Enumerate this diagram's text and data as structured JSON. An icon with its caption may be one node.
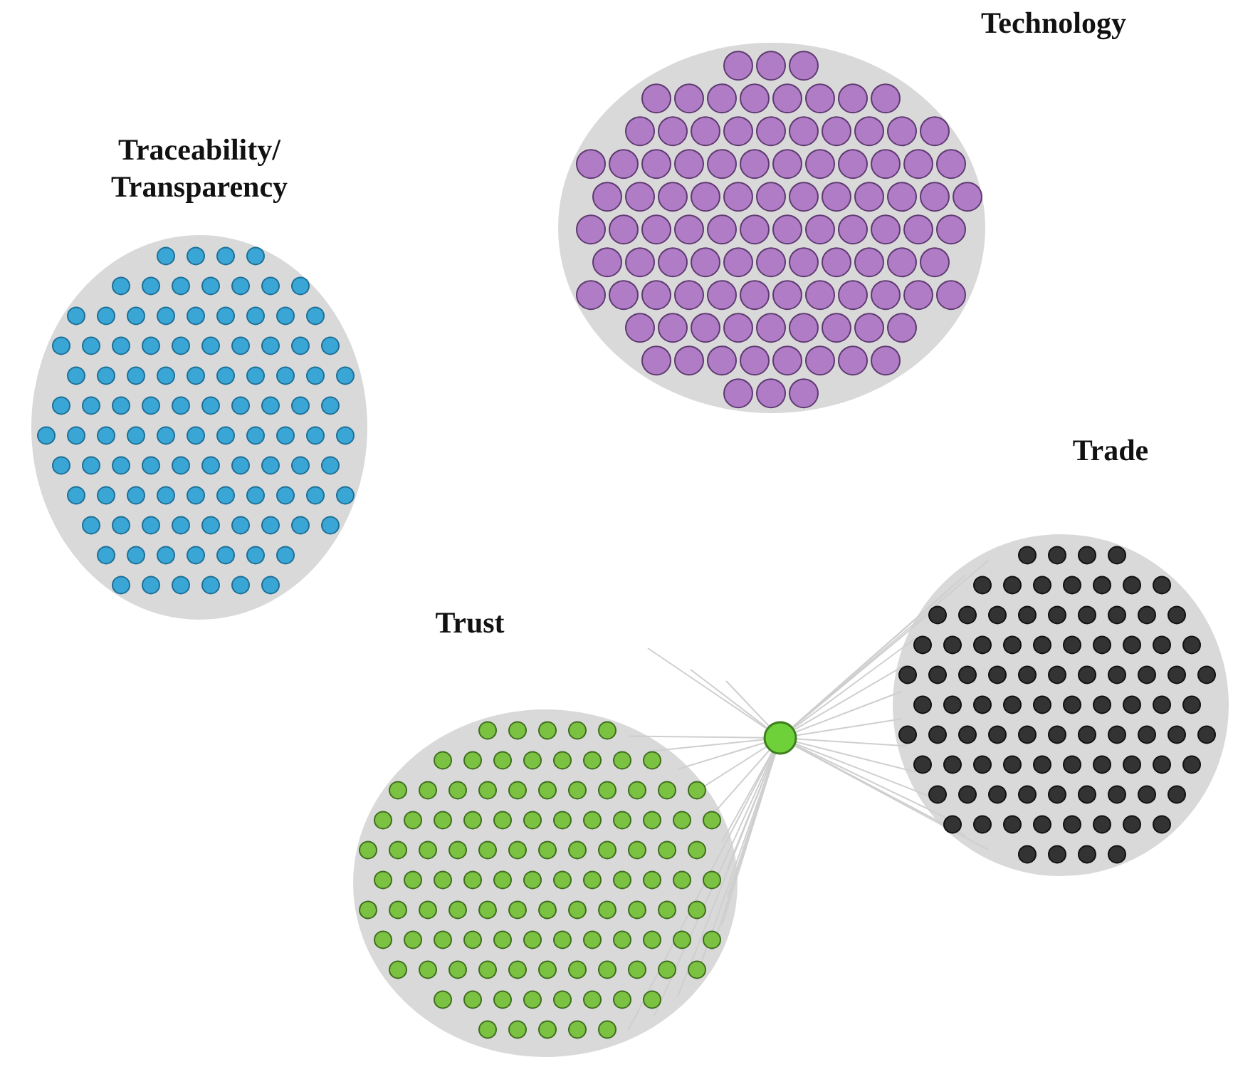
{
  "diagram": {
    "labels": [
      "Technology",
      "Traceability/ Transparency",
      "Trade",
      "Trust"
    ]
  }
}
